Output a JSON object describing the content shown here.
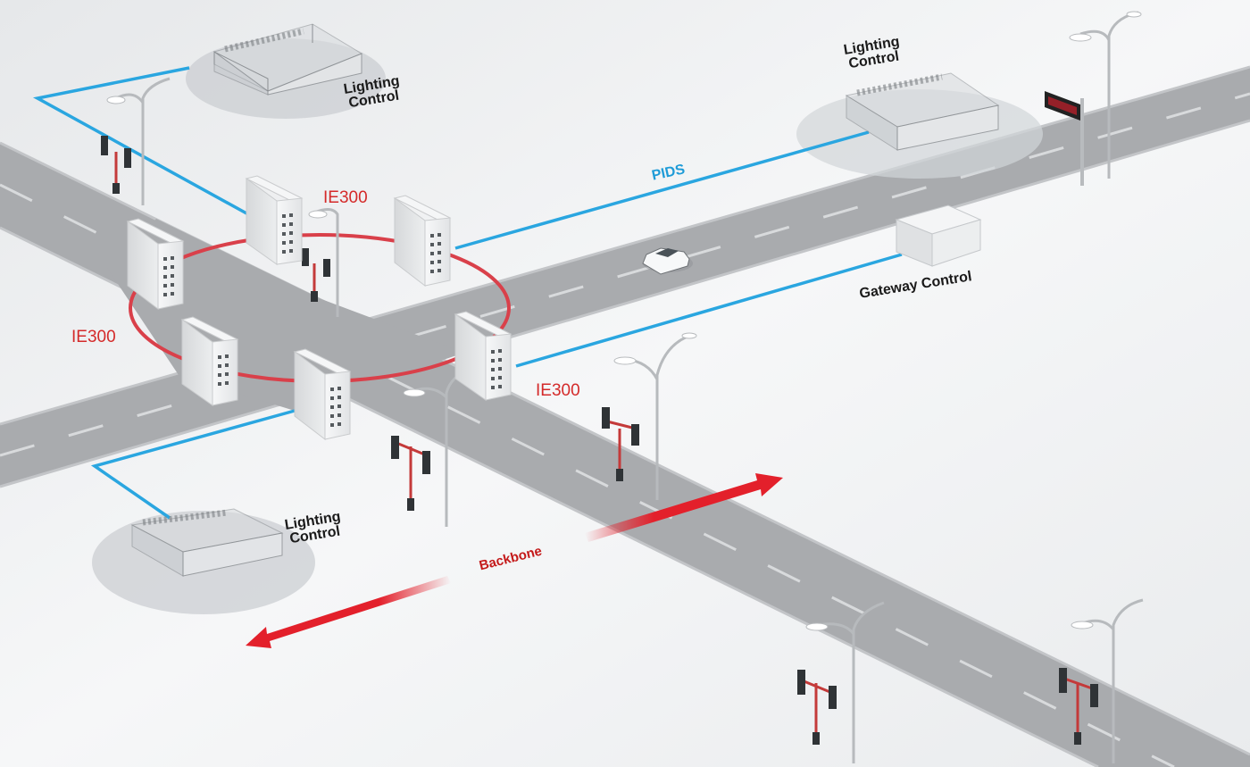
{
  "labels": {
    "lighting_control_top_left": [
      "Lighting",
      "Control"
    ],
    "lighting_control_top_right": [
      "Lighting",
      "Control"
    ],
    "lighting_control_bottom_left": [
      "Lighting",
      "Control"
    ],
    "ie300": "IE300",
    "pids": "PIDS",
    "gateway_control": "Gateway  Control",
    "backbone": "Backbone"
  },
  "colors": {
    "background": "#eef0f2",
    "road": "#a9abae",
    "road_edge": "#c7c9cc",
    "lane_marking": "#d8dadc",
    "ring": "#d9404a",
    "link": "#2aa6e0",
    "backbone_arrow": "#e3202b",
    "switch_body": "#e2e4e6",
    "switch_front": "#f3f4f5",
    "ie300_text": "#d42a2a"
  },
  "icons": [
    "industrial-switch-icon",
    "lighting-cabinet-icon",
    "gateway-box-icon",
    "street-light-icon",
    "traffic-light-icon",
    "car-icon",
    "led-sign-icon"
  ]
}
